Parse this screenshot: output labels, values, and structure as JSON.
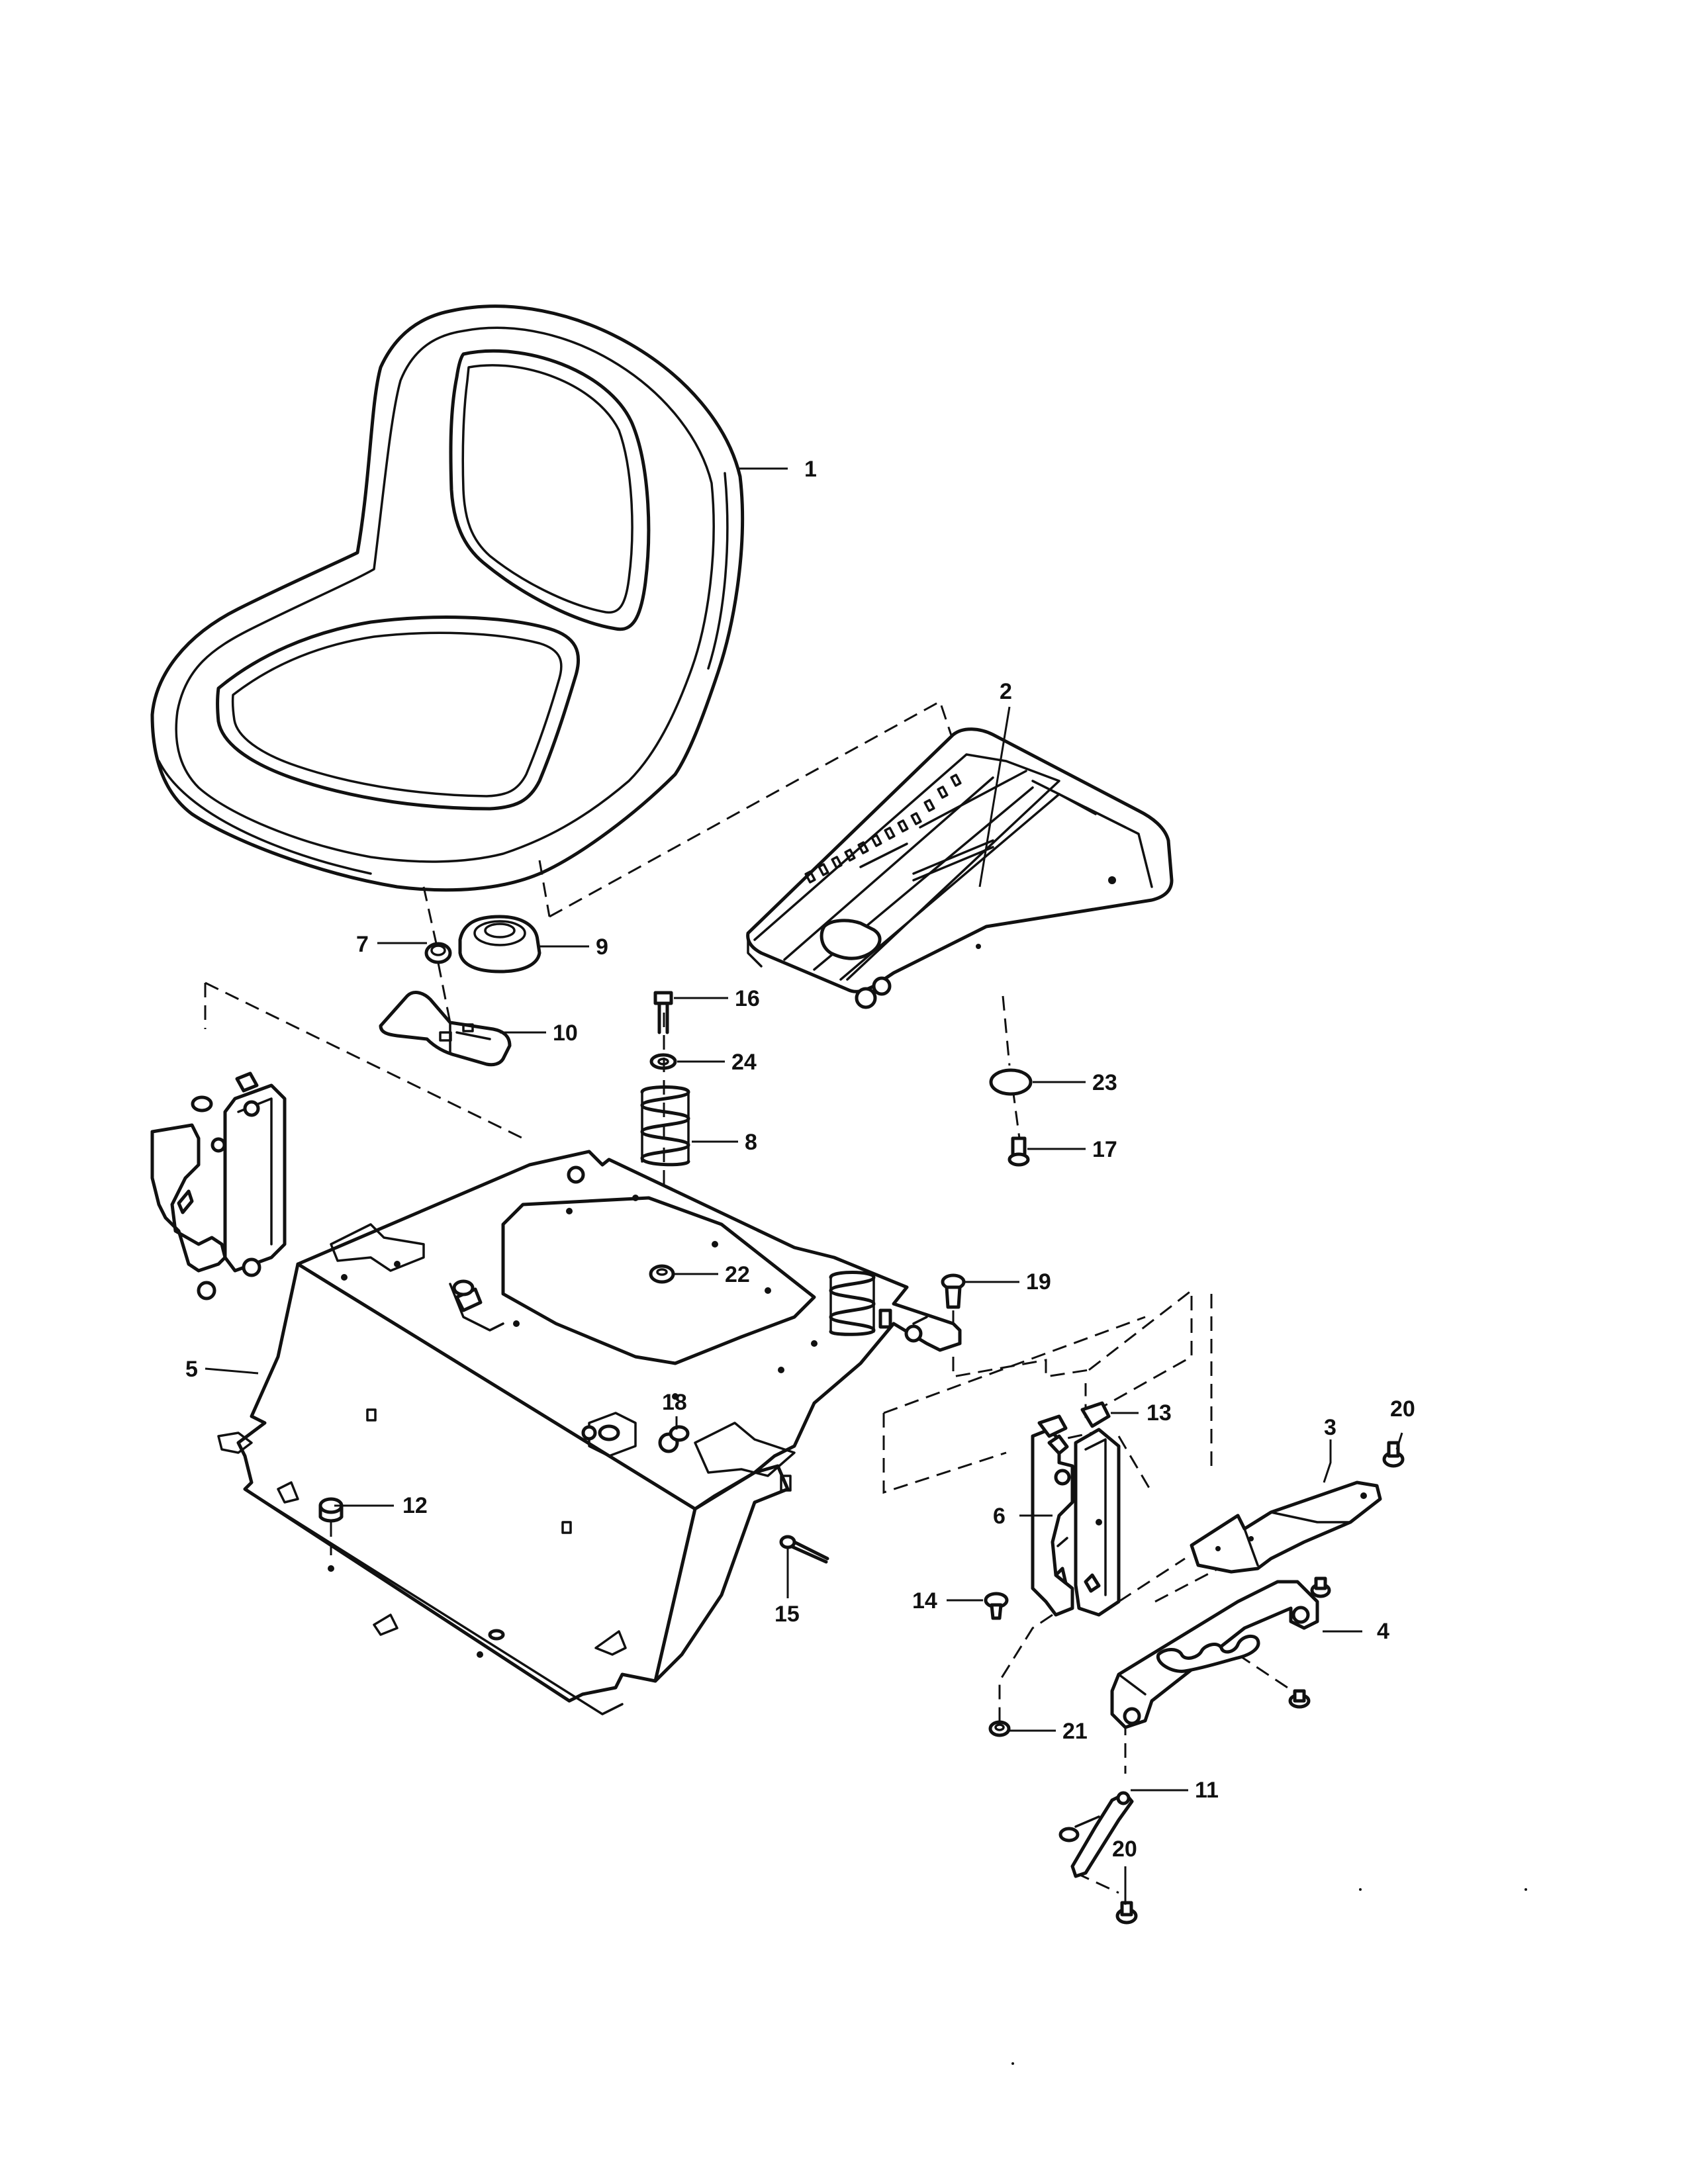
{
  "diagram": {
    "callouts": [
      {
        "id": "1",
        "text": "1",
        "part": "seat"
      },
      {
        "id": "2",
        "text": "2",
        "part": "seat-pan-bracket"
      },
      {
        "id": "3",
        "text": "3",
        "part": "adjust-bracket"
      },
      {
        "id": "4",
        "text": "4",
        "part": "slotted-track"
      },
      {
        "id": "5",
        "text": "5",
        "part": "seat-base-panel"
      },
      {
        "id": "6",
        "text": "6",
        "part": "side-bracket"
      },
      {
        "id": "7",
        "text": "7",
        "part": "nut"
      },
      {
        "id": "8",
        "text": "8",
        "part": "spring"
      },
      {
        "id": "9",
        "text": "9",
        "part": "switch"
      },
      {
        "id": "10",
        "text": "10",
        "part": "switch-bracket"
      },
      {
        "id": "11",
        "text": "11",
        "part": "link"
      },
      {
        "id": "12",
        "text": "12",
        "part": "bumper"
      },
      {
        "id": "13",
        "text": "13",
        "part": "clip-nut"
      },
      {
        "id": "14",
        "text": "14",
        "part": "rivet"
      },
      {
        "id": "15",
        "text": "15",
        "part": "pin"
      },
      {
        "id": "16",
        "text": "16",
        "part": "bolt"
      },
      {
        "id": "17",
        "text": "17",
        "part": "bolt"
      },
      {
        "id": "18",
        "text": "18",
        "part": "bolt"
      },
      {
        "id": "19",
        "text": "19",
        "part": "screw"
      },
      {
        "id": "20a",
        "text": "20",
        "part": "screw"
      },
      {
        "id": "20b",
        "text": "20",
        "part": "screw"
      },
      {
        "id": "21",
        "text": "21",
        "part": "nut"
      },
      {
        "id": "22",
        "text": "22",
        "part": "nut"
      },
      {
        "id": "23",
        "text": "23",
        "part": "washer"
      },
      {
        "id": "24",
        "text": "24",
        "part": "washer"
      }
    ]
  }
}
